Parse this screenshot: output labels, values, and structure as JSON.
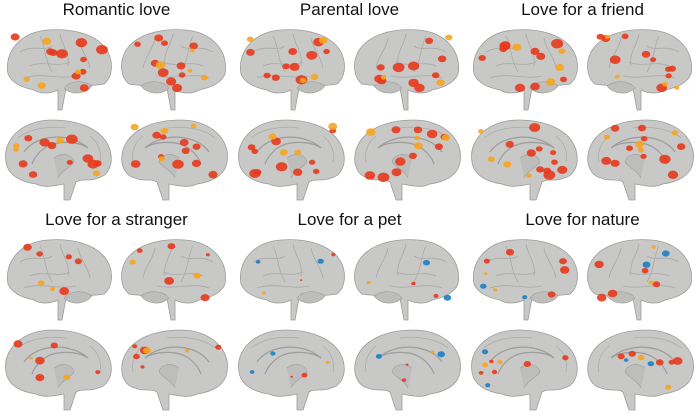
{
  "figure": {
    "panels": [
      {
        "title": "Romantic love",
        "activation": "extensive",
        "deactivation": false
      },
      {
        "title": "Parental love",
        "activation": "extensive",
        "deactivation": false
      },
      {
        "title": "Love for a friend",
        "activation": "extensive",
        "deactivation": false
      },
      {
        "title": "Love for a stranger",
        "activation": "moderate",
        "deactivation": false
      },
      {
        "title": "Love for a pet",
        "activation": "sparse",
        "deactivation": true
      },
      {
        "title": "Love for nature",
        "activation": "moderate",
        "deactivation": true
      }
    ],
    "views": [
      "lateral-left",
      "lateral-right",
      "medial-left",
      "medial-right"
    ],
    "colors": {
      "cortex": "#c8c8c6",
      "cortex_shadow": "#9c9c9a",
      "activation_low": "#e8381c",
      "activation_high": "#f7a41e",
      "deactivation": "#1a7fc4"
    }
  }
}
